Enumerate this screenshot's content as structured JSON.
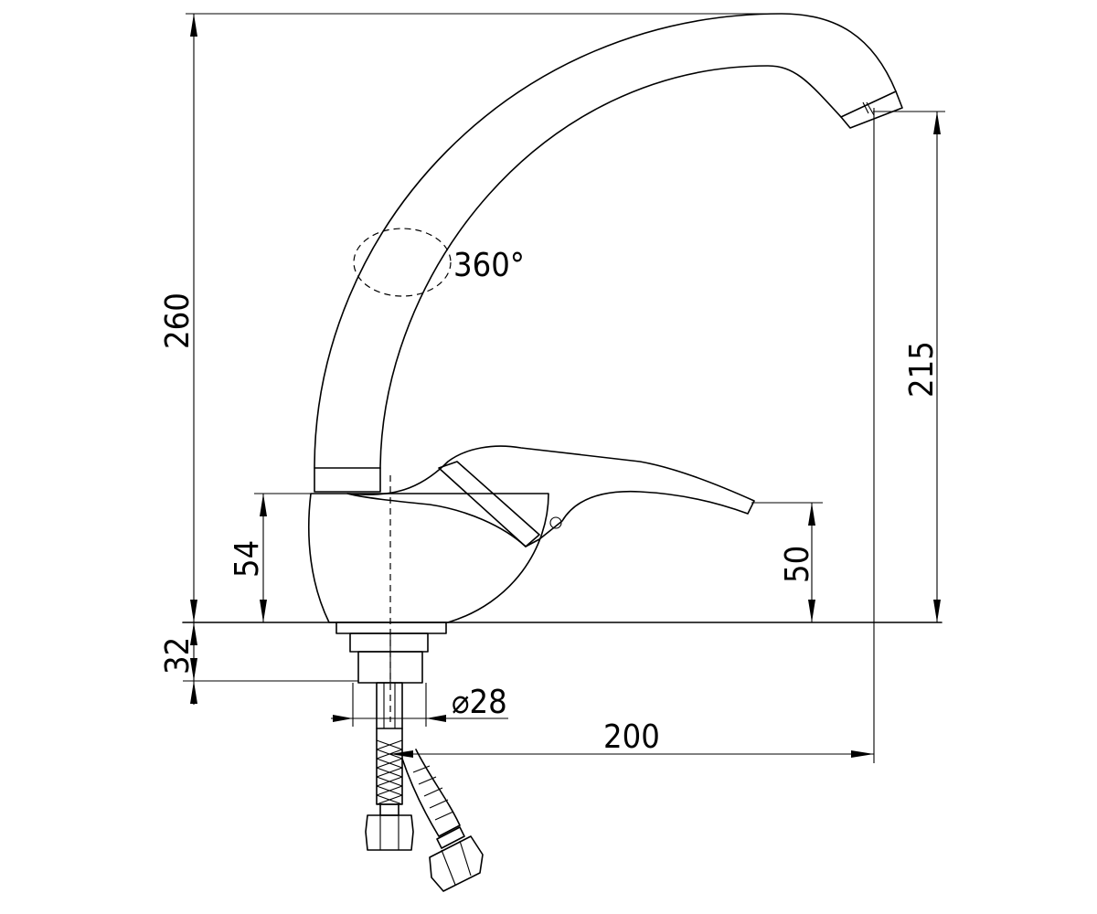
{
  "diagram": {
    "dimensions": {
      "total_height": "260",
      "spout_height": "215",
      "body_height": "54",
      "lever_height": "50",
      "mount_depth": "32",
      "mount_diameter": "⌀28",
      "reach": "200"
    },
    "rotation_label": "360°"
  }
}
